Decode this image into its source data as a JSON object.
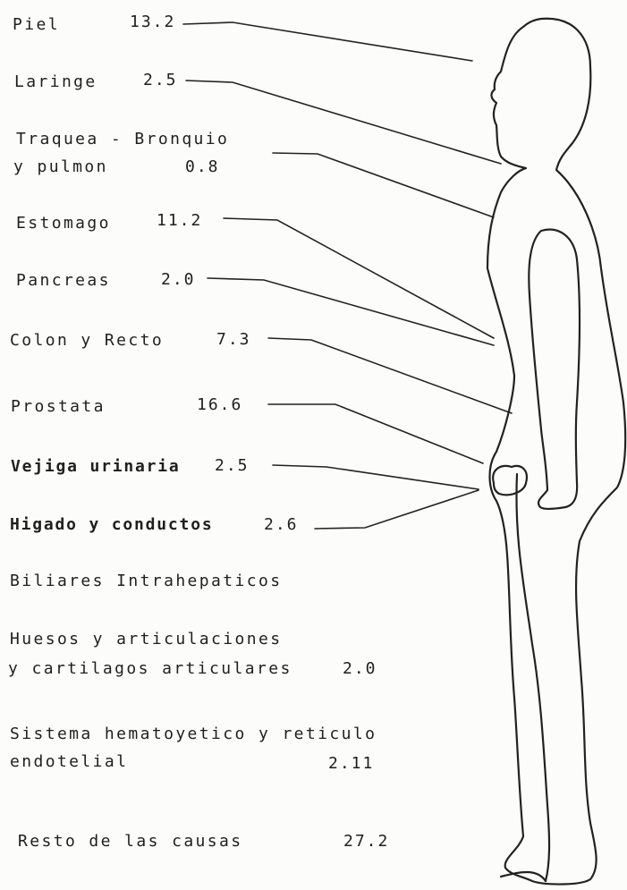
{
  "labels": {
    "piel": {
      "name": "Piel",
      "value": "13.2"
    },
    "laringe": {
      "name": "Laringe",
      "value": "2.5"
    },
    "traquea": {
      "name_line1": "Traquea - Bronquio",
      "name_line2": "y pulmon",
      "value": "0.8"
    },
    "estomago": {
      "name": "Estomago",
      "value": "11.2"
    },
    "pancreas": {
      "name": "Pancreas",
      "value": "2.0"
    },
    "colon": {
      "name": "Colon y Recto",
      "value": "7.3"
    },
    "prostata": {
      "name": "Prostata",
      "value": "16.6"
    },
    "vejiga": {
      "name": "Vejiga urinaria",
      "value": "2.5"
    },
    "higado": {
      "name_line1": "Higado y conductos",
      "value": "2.6",
      "name_line2": "Biliares Intrahepaticos"
    },
    "huesos": {
      "name_line1": "Huesos y articulaciones",
      "name_line2": "y cartilagos articulares",
      "value": "2.0"
    },
    "sistema": {
      "name_line1": "Sistema hematoyetico y reticulo",
      "name_line2": "endotelial",
      "value": "2.11"
    },
    "resto": {
      "name": "Resto de las causas",
      "value": "27.2"
    }
  },
  "colors": {
    "ink": "#1f1f1f",
    "paper": "#fcfcfa"
  }
}
